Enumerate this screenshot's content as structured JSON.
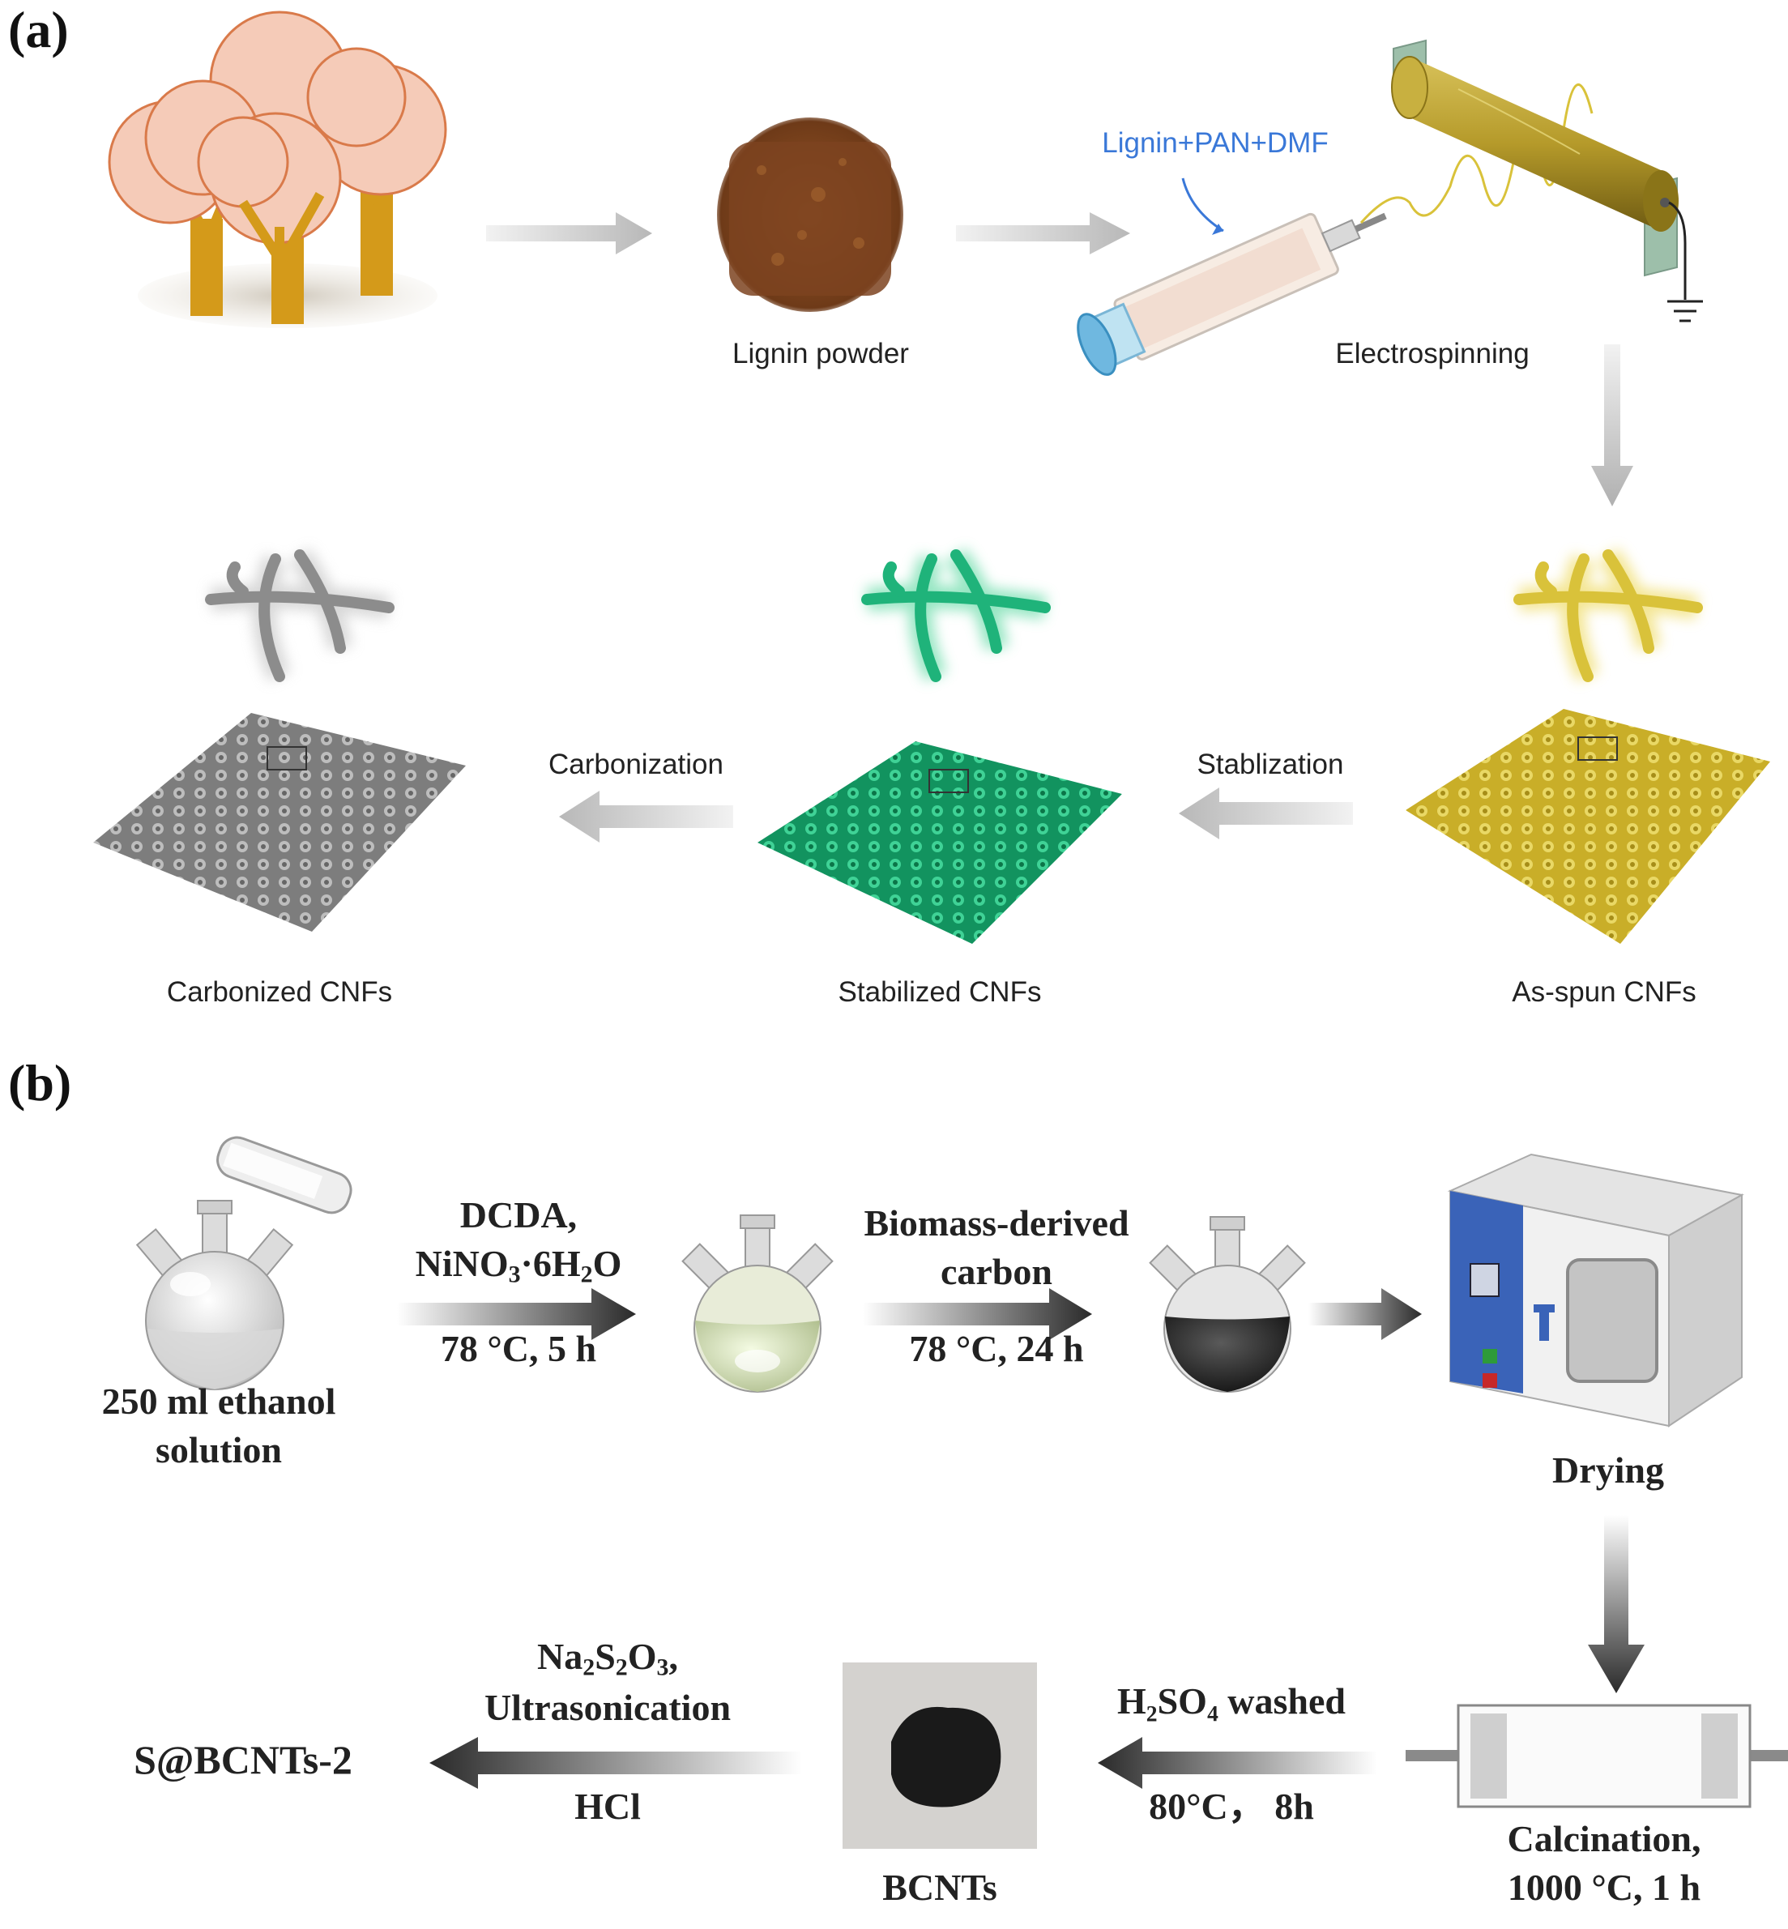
{
  "panel_a": {
    "letter": "(a)",
    "solution_label": "Lignin+PAN+DMF",
    "lignin_powder": "Lignin powder",
    "electrospinning": "Electrospinning",
    "carbonization": "Carbonization",
    "stablization": "Stablization",
    "carbonized_cnfs": "Carbonized CNFs",
    "stabilized_cnfs": "Stabilized CNFs",
    "asspun_cnfs": "As-spun CNFs"
  },
  "panel_b": {
    "letter": "(b)",
    "step1_line1": "DCDA,",
    "step1_line2_pre": "NiNO",
    "step1_sub1": "3",
    "step1_mid": "·6H",
    "step1_sub2": "2",
    "step1_post": "O",
    "step1_cond": "78 °C, 5 h",
    "step2_line1": "Biomass-derived",
    "step2_line2": "carbon",
    "step2_cond": "78 °C, 24 h",
    "ethanol_line1": "250 ml ethanol",
    "ethanol_line2": "solution",
    "drying": "Drying",
    "calc_line1": "Calcination,",
    "calc_line2": "1000 °C, 1 h",
    "wash_label": "H₂SO₄ washed",
    "wash_cond": "80°C， 8h",
    "bcnts": "BCNTs",
    "final_top_pre": "Na",
    "final_sub1": "2",
    "final_mid": "S",
    "final_sub2": "2",
    "final_o": "O",
    "final_sub3": "3",
    "final_comma": ",",
    "final_line2": "Ultrasonication",
    "final_bottom": "HCl",
    "product": "S@BCNTs-2"
  },
  "colors": {
    "yellow_fiber": "#d9c23a",
    "green_fiber": "#1fb37a",
    "gray_fiber": "#8c8c8c",
    "solution_blue": "#3a78d8",
    "oven_blue": "#3a63b8",
    "tree_trunk": "#d49a1a",
    "tree_crown": "#f3c6b4"
  }
}
